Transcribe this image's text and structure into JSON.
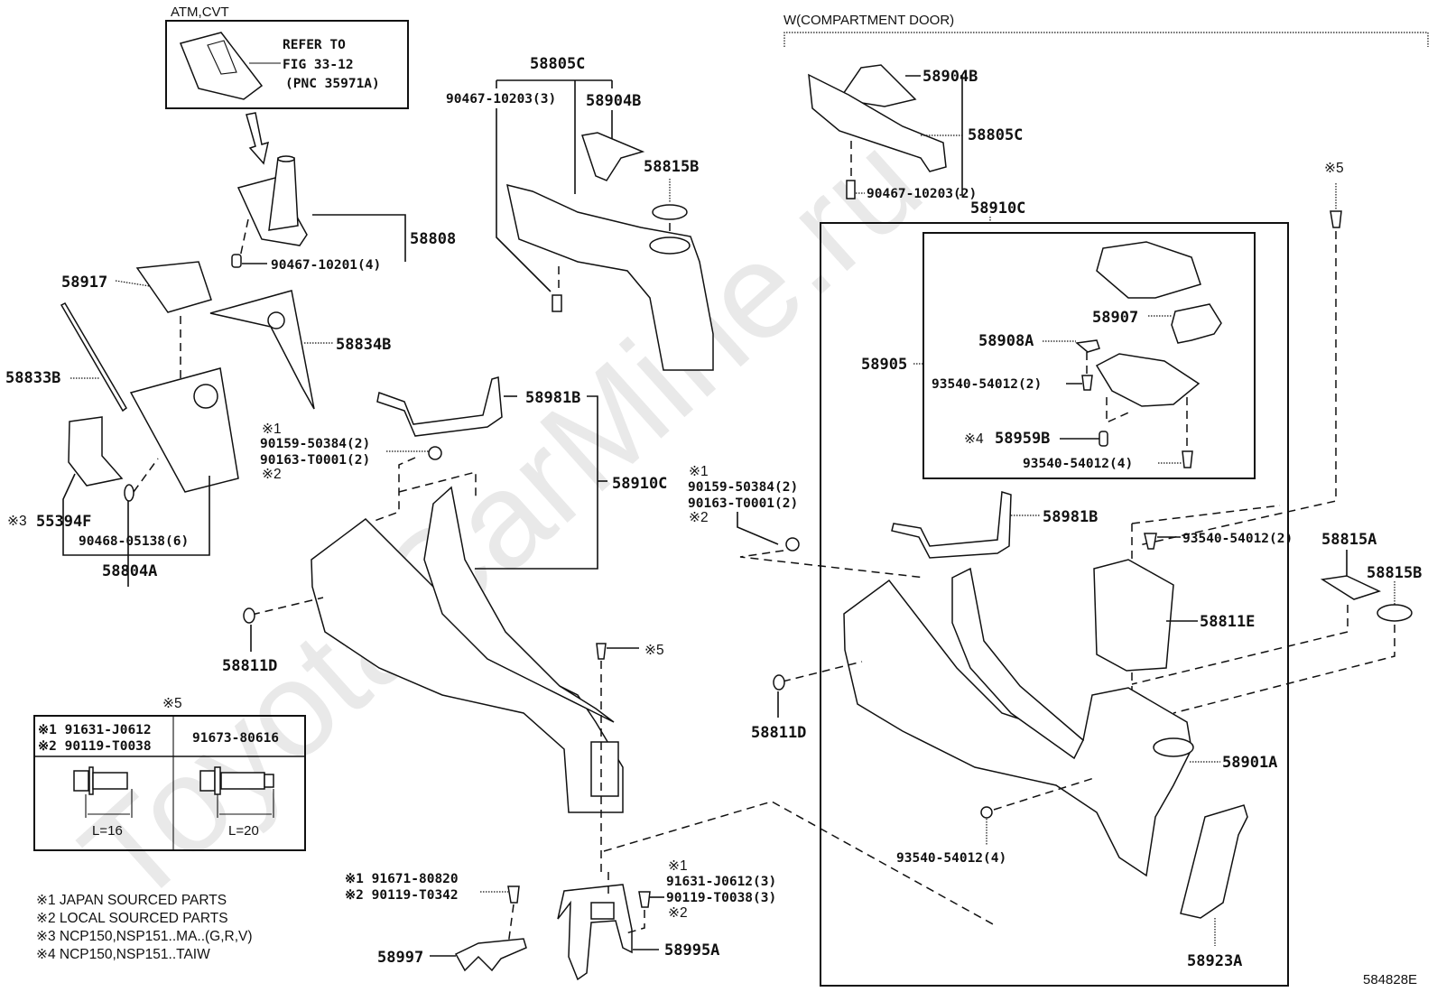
{
  "diagram": {
    "figure_code": "584828E",
    "watermark": "ToyotaCarMine.ru",
    "sections": {
      "atm_cvt": {
        "title": "ATM,CVT",
        "refer_lines": [
          "REFER TO",
          "FIG 33-12",
          "(PNC 35971A)"
        ]
      },
      "compartment_door": {
        "title": "W(COMPARTMENT DOOR)"
      }
    },
    "labels": {
      "p58808": "58808",
      "p90467_10201": "90467-10201(4)",
      "p58917": "58917",
      "p58834B": "58834B",
      "p58833B": "58833B",
      "p55394F": "55394F",
      "p55394F_mark": "※3",
      "p90468_05138": "90468-05138(6)",
      "p58804A": "58804A",
      "p58805C_left": "58805C",
      "p90467_10203_3": "90467-10203(3)",
      "p58904B_left": "58904B",
      "p58815B_left": "58815B",
      "p58981B_left": "58981B",
      "p58910C_left": "58910C",
      "left_bolt_mark1": "※1",
      "left_bolt_a": "90159-50384(2)",
      "left_bolt_b": "90163-T0001(2)",
      "left_bolt_mark2": "※2",
      "p58811D_left": "58811D",
      "mark5_a": "※5",
      "p58904B_right": "58904B",
      "p58805C_right": "58805C",
      "p90467_10203_2": "90467-10203(2)",
      "p58910C_right": "58910C",
      "mark5_b": "※5",
      "p58907": "58907",
      "p58908A": "58908A",
      "p58905": "58905",
      "p93540_2_top": "93540-54012(2)",
      "p58959B_mark": "※4",
      "p58959B": "58959B",
      "p93540_4_box": "93540-54012(4)",
      "right_bolt_mark1": "※1",
      "right_bolt_a": "90159-50384(2)",
      "right_bolt_b": "90163-T0001(2)",
      "right_bolt_mark2": "※2",
      "p58981B_right": "58981B",
      "p93540_2_mid": "93540-54012(2)",
      "p58815A": "58815A",
      "p58815B_right": "58815B",
      "p58811E": "58811E",
      "p58811D_right": "58811D",
      "p58901A": "58901A",
      "p93540_4_bottom": "93540-54012(4)",
      "p58923A": "58923A",
      "bottom_bolt_l1": "※1 91671-80820",
      "bottom_bolt_l2": "※2 90119-T0342",
      "p58997": "58997",
      "bottom_right_mark1": "※1",
      "bottom_right_a": "91631-J0612(3)",
      "bottom_right_b": "90119-T0038(3)",
      "bottom_right_mark2": "※2",
      "p58995A": "58995A"
    },
    "bolt_table": {
      "title": "※5",
      "col1_lines": [
        "※1 91631-J0612",
        "※2 90119-T0038"
      ],
      "col2_line": "91673-80616",
      "col1_length": "L=16",
      "col2_length": "L=20"
    },
    "notes": [
      "※1 JAPAN SOURCED PARTS",
      "※2 LOCAL SOURCED PARTS",
      "※3 NCP150,NSP151..MA..(G,R,V)",
      "※4 NCP150,NSP151..TAIW"
    ]
  }
}
